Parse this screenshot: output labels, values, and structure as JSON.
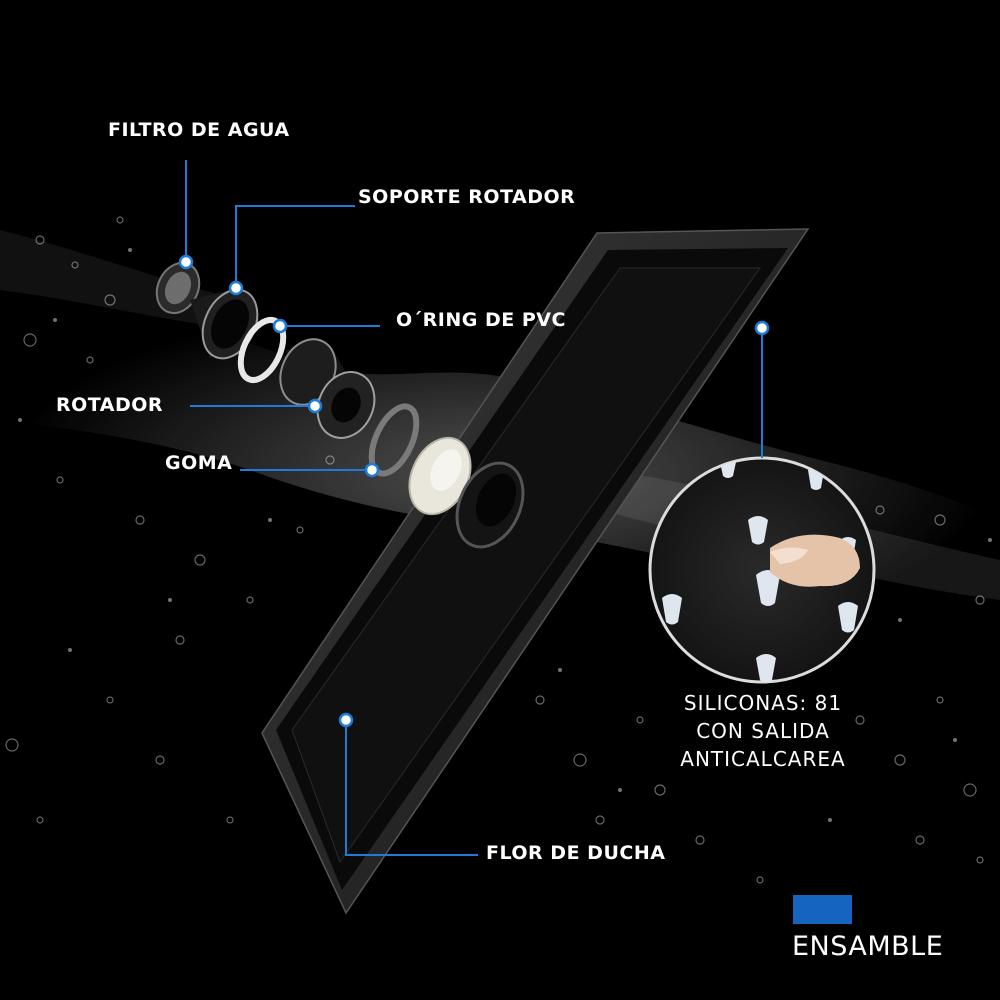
{
  "labels": {
    "filtro_de_agua": "FILTRO DE AGUA",
    "soporte_rotador": "SOPORTE ROTADOR",
    "oring_de_pvc": "O´RING DE PVC",
    "rotador": "ROTADOR",
    "goma": "GOMA",
    "siliconas_line1": "SILICONAS: 81",
    "siliconas_line2": "CON SALIDA",
    "siliconas_line3": "ANTICALCAREA",
    "flor_de_ducha": "FLOR DE DUCHA"
  },
  "legend": {
    "label": "ENSAMBLE",
    "color": "#1565c0"
  },
  "colors": {
    "background": "#000000",
    "leader_line": "#1e7bd8",
    "text": "#ffffff"
  }
}
